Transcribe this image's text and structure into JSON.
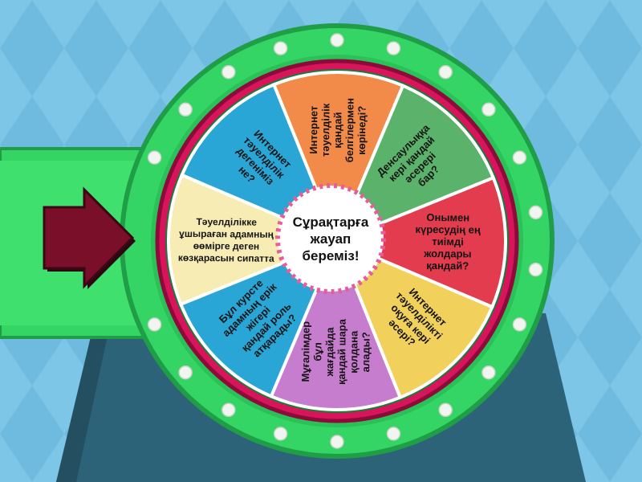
{
  "colors": {
    "background": "#7dc6e8",
    "background_diamond": "#6fbbe0",
    "stand": "#2d6379",
    "stand_shadow": "#244f61",
    "outer_ring": "#34d564",
    "outer_ring_dark": "#1f9e47",
    "bulb": "#f1f5ef",
    "inner_ring_red": "#d8155a",
    "inner_ring_dark": "#8d0b3a",
    "pointer": "#7a0f2a",
    "hub_fill": "#ffffff",
    "hub_dots": "#e55d9a"
  },
  "wheel": {
    "hub_label": "Сұрақтарға жауап береміз!",
    "segments": [
      {
        "label": "Интернет тәуелділік қандай белгілермен көрінеді?",
        "color": "#f28b4a"
      },
      {
        "label": "Денсаулыққа кері қандай әсерері бар?",
        "color": "#5bb26a"
      },
      {
        "label": "Онымен күресудің ең тиімді жолдары қандай?",
        "color": "#e23c4e"
      },
      {
        "label": "Интернет тәуелділікті оқуға кері әсері?",
        "color": "#f1d15b"
      },
      {
        "label": "Мұғалімдер бұл жағдайда қандай шара қолдана алады?",
        "color": "#c77dcd"
      },
      {
        "label": "Бұл курсте адамның ерік жігері қандай роль атқарады?",
        "color": "#29a6d6"
      },
      {
        "label": "Тәуелділікке ұшыраған адамның өөмірге деген көзқарасын сипатта",
        "color": "#f6ecb4"
      },
      {
        "label": "Интернет тәуелділік дегеніміз не?",
        "color": "#29a6d6"
      }
    ]
  },
  "icons": {
    "pointer": "arrow-right-icon",
    "bulb": "light-bulb-icon"
  }
}
